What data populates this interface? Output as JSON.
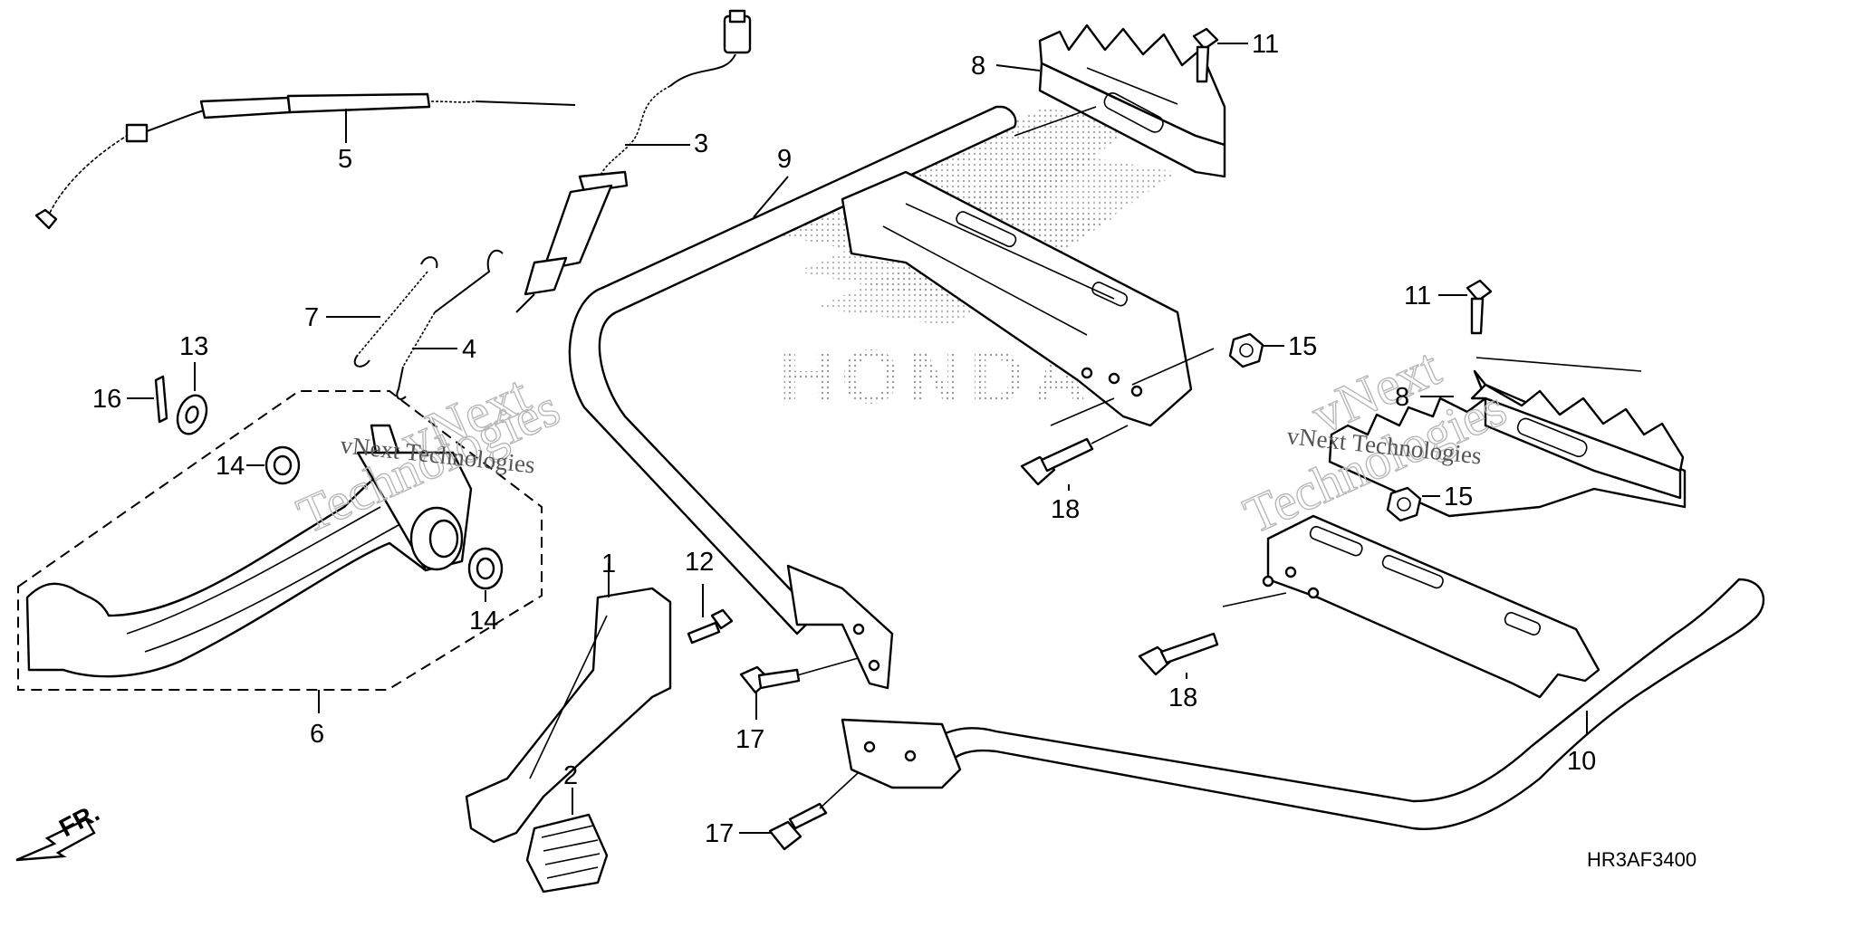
{
  "diagram": {
    "drawing_code": "HR3AF3400",
    "front_indicator": "FR.",
    "brand_watermark": "HONDA",
    "watermarks": [
      {
        "id": "wm1-solid",
        "text": "vNext Technologies"
      },
      {
        "id": "wm1-a",
        "text": "vNext"
      },
      {
        "id": "wm1-b",
        "text": "Technologies"
      },
      {
        "id": "wm2-solid",
        "text": "vNext Technologies"
      },
      {
        "id": "wm2-a",
        "text": "vNext"
      },
      {
        "id": "wm2-b",
        "text": "Technologies"
      }
    ],
    "callouts": [
      {
        "id": "c1",
        "label": "1"
      },
      {
        "id": "c2",
        "label": "2"
      },
      {
        "id": "c3",
        "label": "3"
      },
      {
        "id": "c4",
        "label": "4"
      },
      {
        "id": "c5",
        "label": "5"
      },
      {
        "id": "c6",
        "label": "6"
      },
      {
        "id": "c7",
        "label": "7"
      },
      {
        "id": "c8a",
        "label": "8"
      },
      {
        "id": "c8b",
        "label": "8"
      },
      {
        "id": "c9",
        "label": "9"
      },
      {
        "id": "c10",
        "label": "10"
      },
      {
        "id": "c11a",
        "label": "11"
      },
      {
        "id": "c11b",
        "label": "11"
      },
      {
        "id": "c12",
        "label": "12"
      },
      {
        "id": "c13",
        "label": "13"
      },
      {
        "id": "c14a",
        "label": "14"
      },
      {
        "id": "c14b",
        "label": "14"
      },
      {
        "id": "c15a",
        "label": "15"
      },
      {
        "id": "c15b",
        "label": "15"
      },
      {
        "id": "c16",
        "label": "16"
      },
      {
        "id": "c17a",
        "label": "17"
      },
      {
        "id": "c17b",
        "label": "17"
      },
      {
        "id": "c18a",
        "label": "18"
      },
      {
        "id": "c18b",
        "label": "18"
      }
    ]
  }
}
